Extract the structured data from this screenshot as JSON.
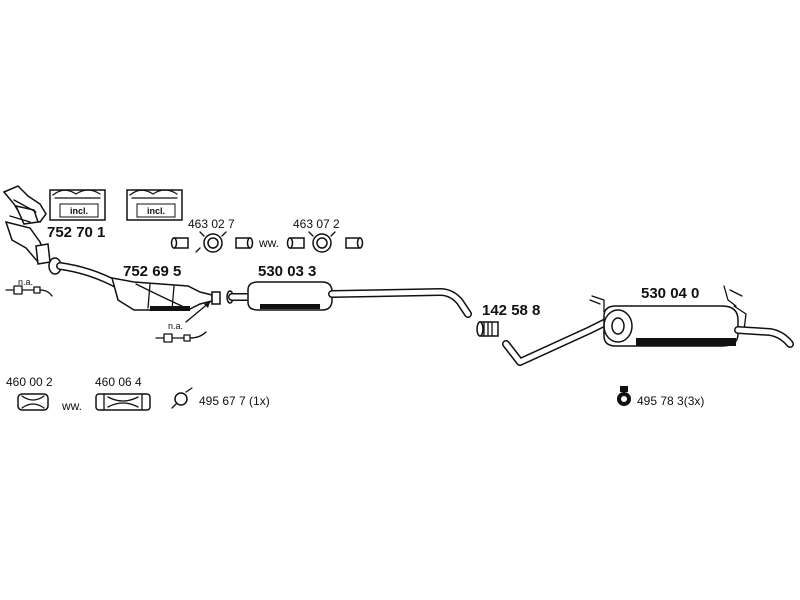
{
  "parts": {
    "manifold_kit": {
      "number": "752 70 1",
      "incl": "incl."
    },
    "gasket_kit": {
      "incl": "incl."
    },
    "clamp_a": {
      "number": "463 02 7",
      "ww": "ww."
    },
    "clamp_b": {
      "number": "463 07 2"
    },
    "catalyst": {
      "number": "752 69 5"
    },
    "front_silencer": {
      "number": "530 03 3"
    },
    "connector": {
      "number": "142 58 8"
    },
    "rear_silencer": {
      "number": "530 04 0"
    },
    "sensor_top": {
      "note": "n.a."
    },
    "sensor_bottom": {
      "note": "n.a."
    },
    "sleeve_a": {
      "number": "460 00 2",
      "ww": "ww."
    },
    "sleeve_b": {
      "number": "460 06 4"
    },
    "rubber_front": {
      "number": "495 67 7 (1x)"
    },
    "rubber_rear": {
      "number": "495 78 3(3x)"
    }
  }
}
